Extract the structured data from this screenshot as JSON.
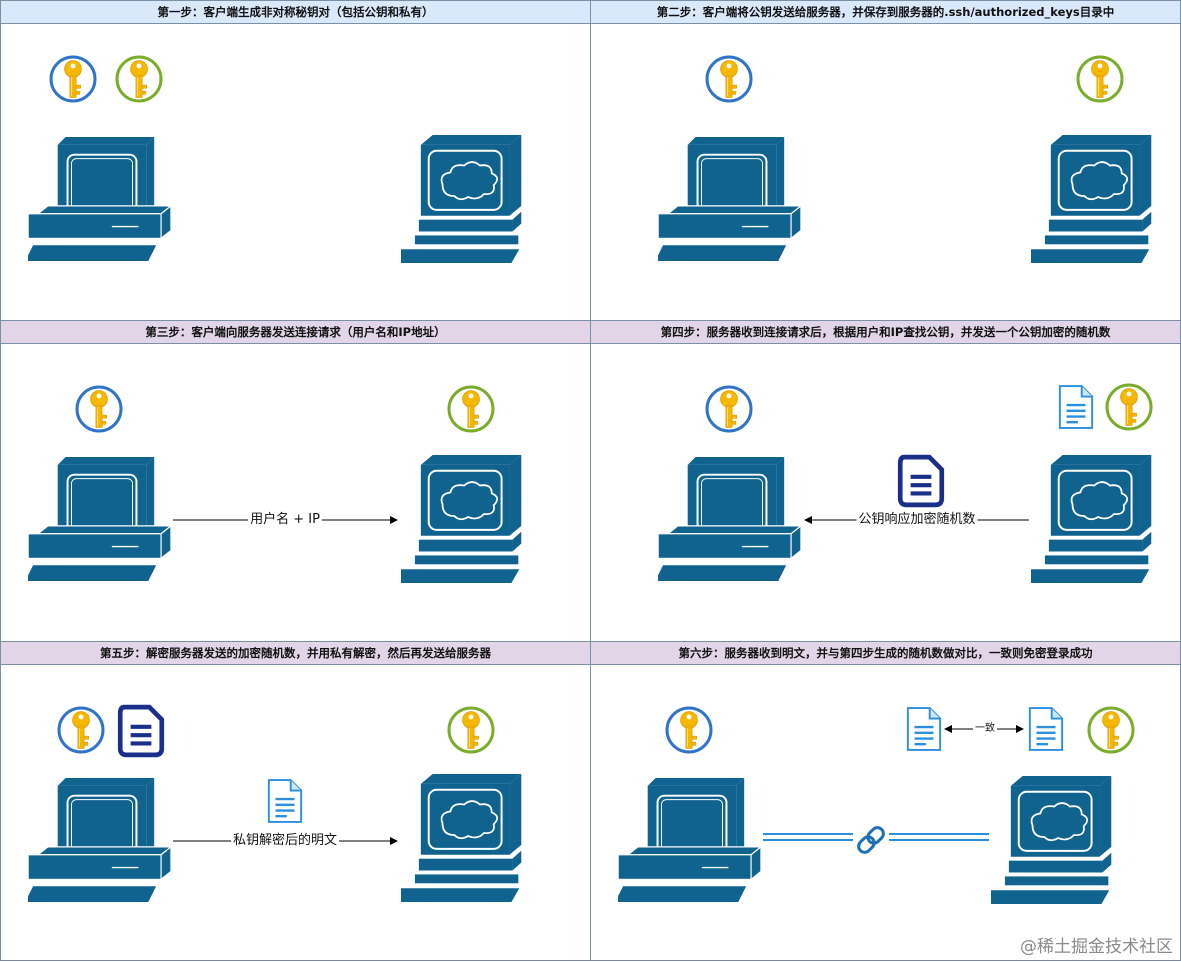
{
  "panels": [
    {
      "title": "第一步：客户端生成非对称秘钥对（包括公钥和私有）"
    },
    {
      "title": "第二步：客户端将公钥发送给服务器，并保存到服务器的.ssh/authorized_keys目录中"
    },
    {
      "title": "第三步：客户端向服务器发送连接请求（用户名和IP地址）"
    },
    {
      "title": "第四步：服务器收到连接请求后，根据用户和IP查找公钥，并发送一个公钥加密的随机数"
    },
    {
      "title": "第五步：解密服务器发送的加密随机数，并用私有解密，然后再发送给服务器"
    },
    {
      "title": "第六步：服务器收到明文，并与第四步生成的随机数做对比，一致则免密登录成功"
    }
  ],
  "labels": {
    "step3_arrow": "用户名 + IP",
    "step4_arrow": "公钥响应加密随机数",
    "step5_arrow": "私钥解密后的明文",
    "step6_compare": "一致"
  },
  "watermark": "@稀土掘金技术社区",
  "colors": {
    "computer": "#10638f",
    "private_key_ring": "#2f74c8",
    "public_key_ring": "#7aad2b",
    "key_gold": "#f5b800",
    "document_dark": "#1a2f8a",
    "document_light": "#2b8fe0",
    "header_blue": "#dae8fc",
    "header_purple": "#e1d5e7"
  }
}
